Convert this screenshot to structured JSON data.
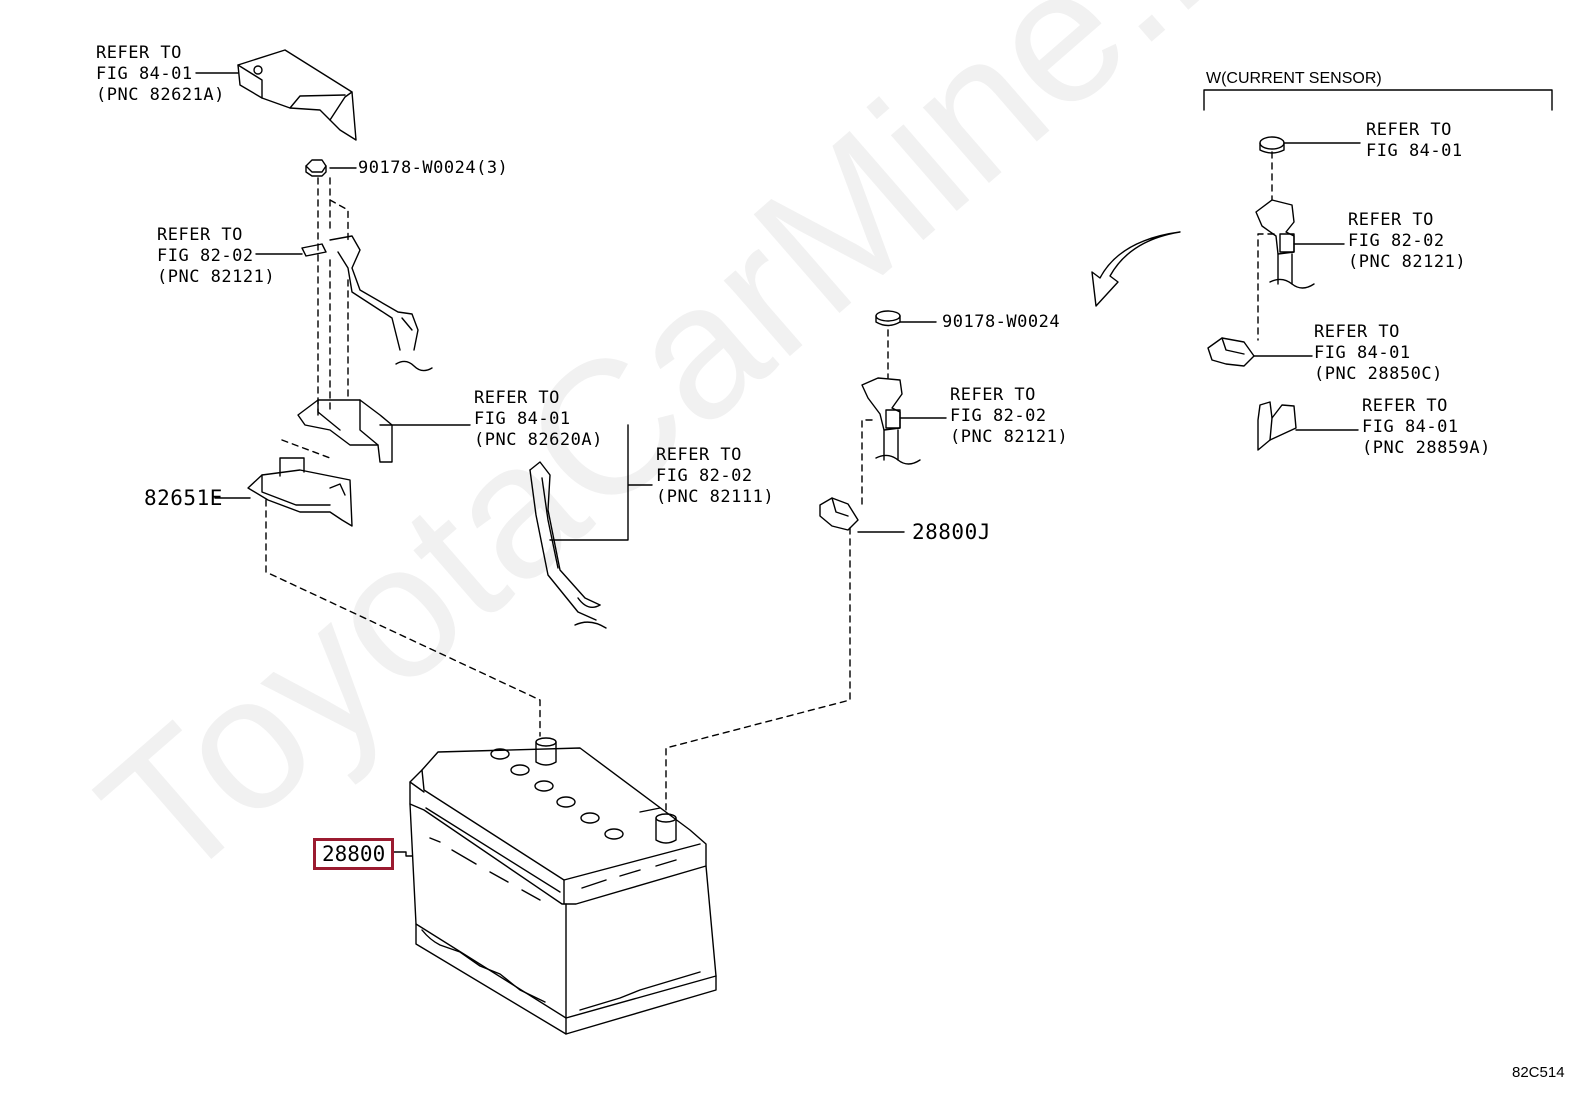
{
  "watermark": "ToyotaCarMine.ru",
  "figure_id": "82C514",
  "sensor_group_title": "W(CURRENT SENSOR)",
  "labels": {
    "ref_84_01_82621A": [
      "REFER TO",
      "FIG 84-01",
      "(PNC 82621A)"
    ],
    "nut_90178_w0024_3": "90178-W0024(3)",
    "ref_82_02_82121_left": [
      "REFER TO",
      "FIG 82-02",
      "(PNC 82121)"
    ],
    "ref_84_01_82620A": [
      "REFER TO",
      "FIG 84-01",
      "(PNC 82620A)"
    ],
    "ref_82_02_82111": [
      "REFER TO",
      "FIG 82-02",
      "(PNC 82111)"
    ],
    "part_82651E": "82651E",
    "nut_90178_w0024": "90178-W0024",
    "ref_82_02_82121_mid": [
      "REFER TO",
      "FIG 82-02",
      "(PNC 82121)"
    ],
    "part_28800J": "28800J",
    "part_28800": "28800",
    "ref_84_01_top_right": [
      "REFER TO",
      "FIG 84-01"
    ],
    "ref_82_02_82121_right": [
      "REFER TO",
      "FIG 82-02",
      "(PNC 82121)"
    ],
    "ref_84_01_28850C": [
      "REFER TO",
      "FIG 84-01",
      "(PNC 28850C)"
    ],
    "ref_84_01_28859A": [
      "REFER TO",
      "FIG 84-01",
      "(PNC 28859A)"
    ]
  },
  "colors": {
    "line": "#000000",
    "highlight": "#9b1b30",
    "watermark": "#f1f1f1"
  }
}
